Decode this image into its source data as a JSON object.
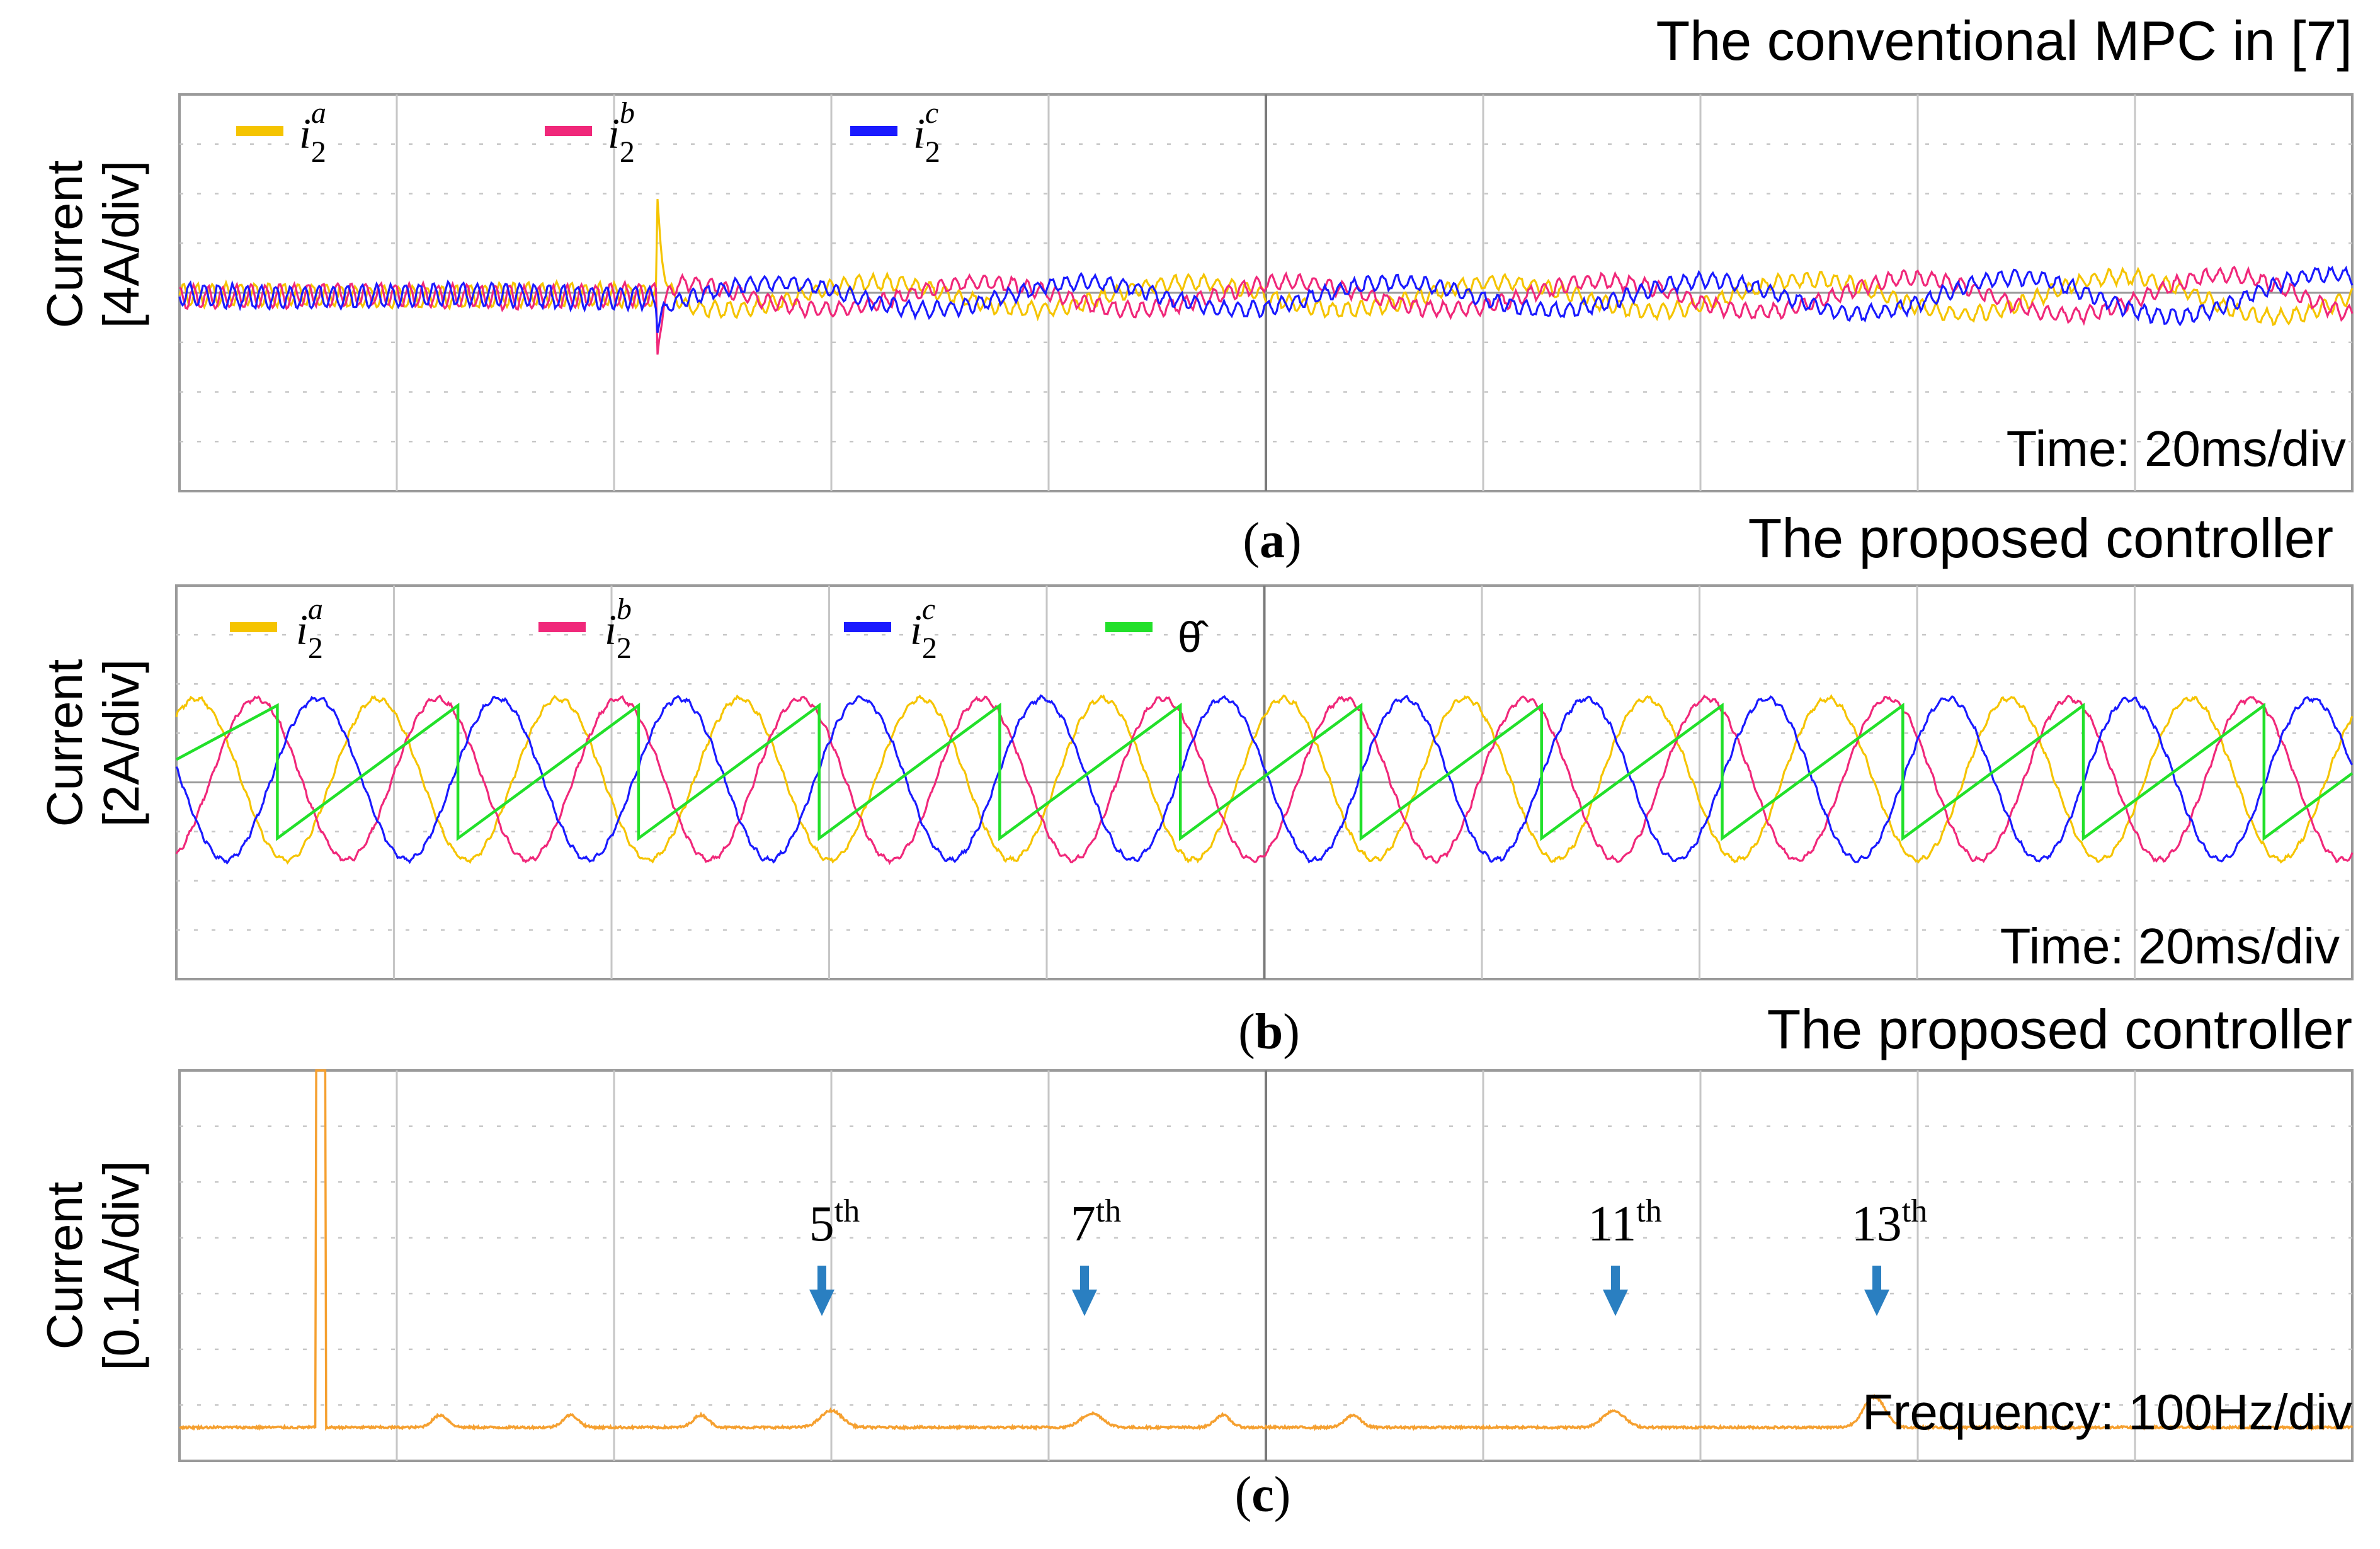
{
  "figure": {
    "panels": [
      {
        "id": "a",
        "caption_letter": "a",
        "title": "The conventional MPC in [7]",
        "ylabel_line1": "Current",
        "ylabel_line2": "[4A/div]",
        "time_label": "Time: 20ms/div",
        "legend": [
          {
            "name": "i2a",
            "base": "i",
            "sub": "2",
            "sup": "a",
            "color": "#f5c400"
          },
          {
            "name": "i2b",
            "base": "i",
            "sub": "2",
            "sup": "b",
            "color": "#f0287a"
          },
          {
            "name": "i2c",
            "base": "i",
            "sub": "2",
            "sup": "c",
            "color": "#1a1aff"
          }
        ]
      },
      {
        "id": "b",
        "caption_letter": "b",
        "title": "The proposed controller",
        "ylabel_line1": "Current",
        "ylabel_line2": "[2A/div]",
        "time_label": "Time: 20ms/div",
        "legend": [
          {
            "name": "i2a",
            "base": "i",
            "sub": "2",
            "sup": "a",
            "color": "#f5c400"
          },
          {
            "name": "i2b",
            "base": "i",
            "sub": "2",
            "sup": "b",
            "color": "#f0287a"
          },
          {
            "name": "i2c",
            "base": "i",
            "sub": "2",
            "sup": "c",
            "color": "#1a1aff"
          },
          {
            "name": "theta-hat",
            "base": "θ̂",
            "sub": "",
            "sup": "",
            "color": "#22e02a"
          }
        ]
      },
      {
        "id": "c",
        "caption_letter": "c",
        "title": "The proposed controller",
        "ylabel_line1": "Current",
        "ylabel_line2": "[0.1A/div]",
        "freq_label": "Frequency: 100Hz/div",
        "spectrum_color": "#f5a030",
        "arrow_color": "#2a7fc1",
        "harmonics": [
          {
            "n": "5",
            "suffix": "th"
          },
          {
            "n": "7",
            "suffix": "th"
          },
          {
            "n": "11",
            "suffix": "th"
          },
          {
            "n": "13",
            "suffix": "th"
          }
        ]
      }
    ]
  },
  "chart_data": [
    {
      "type": "line",
      "title": "The conventional MPC in [7]",
      "xlabel": "Time: 20ms/div",
      "ylabel": "Current [4A/div]",
      "x_divisions": 10,
      "y_divisions": 8,
      "series": [
        {
          "name": "i2a",
          "color": "#f5c400"
        },
        {
          "name": "i2b",
          "color": "#f0287a"
        },
        {
          "name": "i2c",
          "color": "#1a1aff"
        }
      ],
      "notes": "Currents small and noisy before ~2.2 div, transient spike at ~2.2 div, then three-phase sinusoids of amplitude ~0.5 div growing to ~0.8 div at the right edge.",
      "y_peak_div_before_transient": 0.3,
      "y_peak_div_after_transient": 0.5,
      "y_peak_div_end": 0.8,
      "transient_x_div": 2.2,
      "cycles_per_div": 0.7
    },
    {
      "type": "line",
      "title": "The proposed controller",
      "xlabel": "Time: 20ms/div",
      "ylabel": "Current [2A/div]",
      "x_divisions": 10,
      "y_divisions": 8,
      "series": [
        {
          "name": "i2a",
          "color": "#f5c400"
        },
        {
          "name": "i2b",
          "color": "#f0287a"
        },
        {
          "name": "i2c",
          "color": "#1a1aff"
        },
        {
          "name": "θ̂",
          "color": "#22e02a"
        }
      ],
      "current_peak_div": 2.0,
      "cycles_per_div": 1.2,
      "theta_sawtooth_low_div": -1.5,
      "theta_sawtooth_high_div": 1.5,
      "theta_period_div": 0.83
    },
    {
      "type": "line",
      "title": "The proposed controller",
      "xlabel": "Frequency: 100Hz/div",
      "ylabel": "Current [0.1A/div]",
      "x_divisions": 10,
      "y_divisions": 7,
      "series": [
        {
          "name": "spectrum",
          "color": "#f5a030"
        }
      ],
      "fundamental_x_div": 0.65,
      "fundamental_clipped": true,
      "peaks": [
        {
          "label": "5th",
          "x_div": 3.0,
          "height_div": 0.3
        },
        {
          "label": "7th",
          "x_div": 4.2,
          "height_div": 0.25
        },
        {
          "label": "11th",
          "x_div": 6.6,
          "height_div": 0.3
        },
        {
          "label": "13th",
          "x_div": 7.8,
          "height_div": 0.55
        }
      ],
      "small_peaks_div": [
        1.2,
        1.8,
        2.4,
        4.8,
        5.4
      ],
      "baseline_y_div": -2.9
    }
  ]
}
